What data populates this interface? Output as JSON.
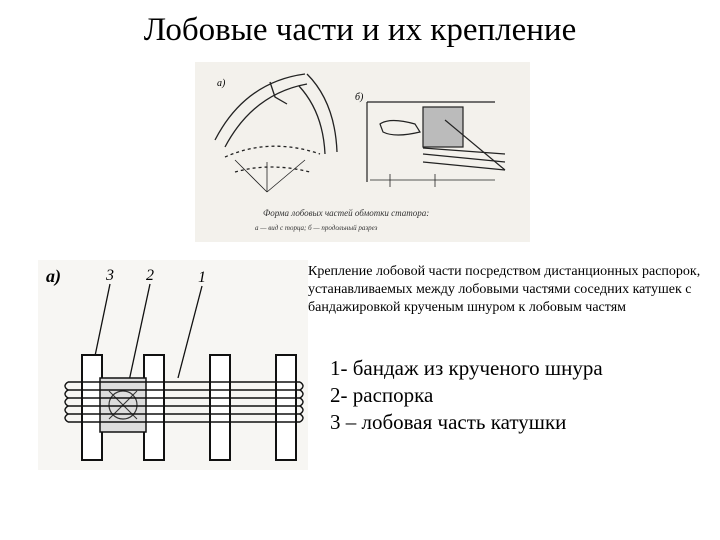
{
  "title": "Лобовые части и их крепление",
  "top_figure": {
    "label_a": "а)",
    "label_b": "б)",
    "caption_line1": "Форма лобовых частей обмотки статора:",
    "caption_line2": "а — вид с торца; б — продольный разрез"
  },
  "left_figure": {
    "label": "а)",
    "callouts": [
      "3",
      "2",
      "1"
    ]
  },
  "description": "Крепление лобовой части посредством дистанционных распорок, устанавливаемых между лобовыми частями соседних катушек с бандажировкой крученым шнуром к лобовым частям",
  "legend": [
    "1- бандаж из крученого шнура",
    "2- распорка",
    "3 – лобовая часть катушки"
  ]
}
